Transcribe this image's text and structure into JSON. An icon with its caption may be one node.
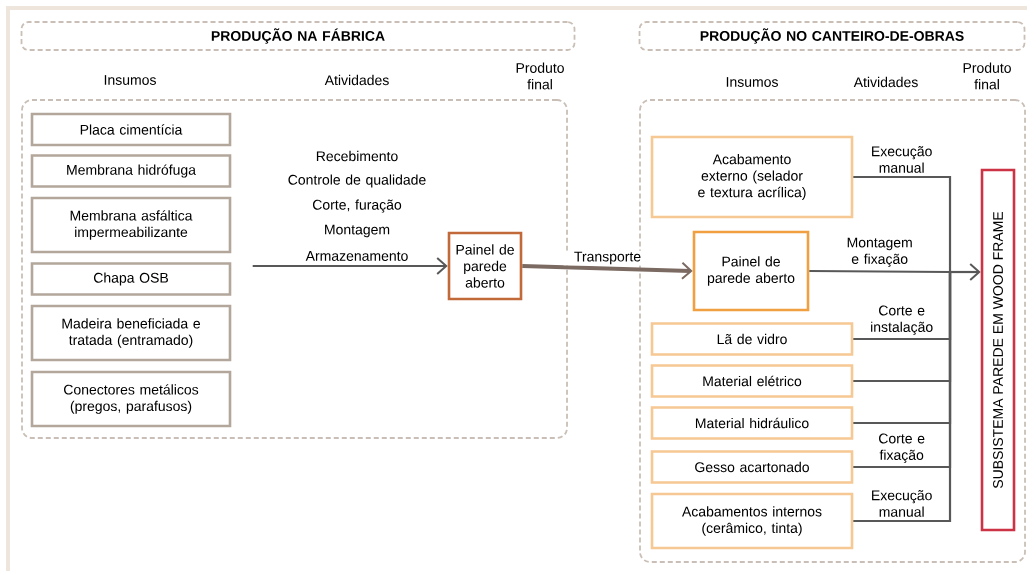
{
  "diagram": {
    "nodes": [
      {
        "text": [
          "PRODUÇÃO NA FÁBRICA"
        ]
      },
      {
        "text": [
          "PRODUÇÃO NO CANTEIRO-DE-OBRAS"
        ]
      },
      {
        "text": [],
        "shape": "box"
      },
      {
        "text": [
          "Placa cimentícia"
        ],
        "in": 2
      },
      {
        "text": [
          "Membrana hidrófuga"
        ],
        "in": 2
      },
      {
        "text": [
          "Membrana asfáltica impermeabilizante"
        ],
        "in": 2
      },
      {
        "text": [
          "Chapa OSB"
        ],
        "in": 2
      },
      {
        "text": [
          "Madeira beneficiada e tratada (entramado)"
        ],
        "in": 2
      },
      {
        "text": [
          "Conectores metálicos (pregos, parafusos)"
        ],
        "in": 2
      },
      {
        "text": [
          "Painel de parede aberto"
        ],
        "in": 2
      },
      {
        "text": [],
        "shape": "box"
      },
      {
        "text": [
          "Acabamento externo (selador e textura acrílica)"
        ],
        "in": 10
      },
      {
        "text": [
          "Painel de parede aberto"
        ],
        "in": 10
      },
      {
        "text": [
          "Lã de vidro"
        ],
        "in": 10
      },
      {
        "text": [
          "Material elétrico"
        ],
        "in": 10
      },
      {
        "text": [
          "Material hidráulico"
        ],
        "in": 10
      },
      {
        "text": [
          "Gesso acartonado"
        ],
        "in": 10
      },
      {
        "text": [
          "Acabamentos internos (cerâmico, tinta)"
        ],
        "in": 10
      },
      {
        "text": [
          "SUBSISTEMA PAREDE EM WOOD FRAME"
        ],
        "in": 10
      }
    ],
    "edges": [
      {
        "from": null,
        "to": 9,
        "arrow": "to"
      },
      {
        "from": 9,
        "to": 12,
        "arrow": "to",
        "label": "Transporte",
        "style": "thick",
        "color": "#7b6a62"
      },
      {
        "from": 11,
        "to": 18,
        "arrow": "to",
        "label": "Execução manual"
      },
      {
        "from": 12,
        "to": 18,
        "arrow": "to",
        "label": "Montagem e fixação"
      },
      {
        "from": 13,
        "to": 18,
        "arrow": "to",
        "label": "Corte e instalação"
      },
      {
        "from": 14,
        "to": 18,
        "arrow": "to"
      },
      {
        "from": 15,
        "to": 18,
        "arrow": "to"
      },
      {
        "from": 16,
        "to": 18,
        "arrow": "to",
        "label": "Corte e fixação"
      },
      {
        "from": 17,
        "to": 18,
        "arrow": "to",
        "label": "Execução manual"
      }
    ],
    "labels": [
      "Insumos",
      "Atividades",
      "Produto final",
      "Recebimento",
      "Controle de qualidade",
      "Corte, furação",
      "Montagem",
      "Armazenamento",
      "Insumos",
      "Atividades",
      "Produto final"
    ]
  }
}
